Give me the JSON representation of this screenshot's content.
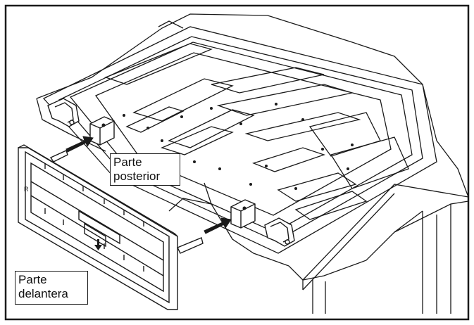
{
  "labels": {
    "rear": {
      "line1": "Parte",
      "line2": "posterior"
    },
    "front": {
      "line1": "Parte",
      "line2": "delantera"
    }
  },
  "colors": {
    "line": "#1a1a1a",
    "frame": "#1a1a1a",
    "background": "#ffffff"
  },
  "icons": [
    "down-arrow-icon",
    "insert-arrow-icon"
  ]
}
